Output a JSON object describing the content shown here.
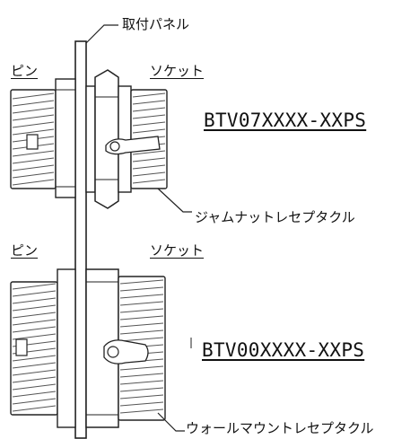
{
  "labels": {
    "panel": "取付パネル",
    "pin_top": "ピン",
    "socket_top": "ソケット",
    "part_top": "BTV07XXXX-XXPS",
    "jam_nut": "ジャムナットレセプタクル",
    "pin_bottom": "ピン",
    "socket_bottom": "ソケット",
    "part_bottom": "BTV00XXXX-XXPS",
    "wall_mount": "ウォールマウントレセプタクル"
  },
  "colors": {
    "line": "#222222",
    "hatch": "#555555",
    "fill": "#ffffff"
  }
}
